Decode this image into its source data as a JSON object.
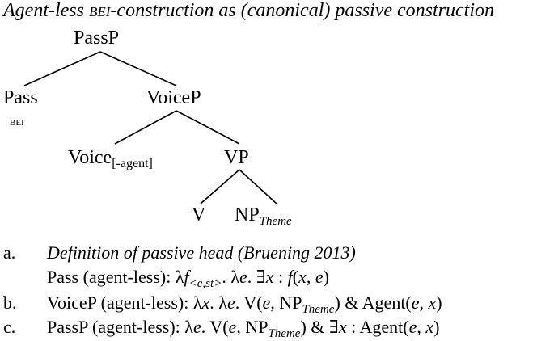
{
  "title": {
    "pre": "Agent-less ",
    "sc": "bei",
    "post": "-construction as (canonical) passive construction"
  },
  "tree": {
    "root": "PassP",
    "pass": "Pass",
    "pass_sub": "bei",
    "voicep": "VoiceP",
    "voice": "Voice",
    "voice_sub": "[-agent]",
    "vp": "VP",
    "v": "V",
    "np": "NP",
    "np_sub": "Theme"
  },
  "items": {
    "a": {
      "marker": "a.",
      "line1": "Definition of passive head (Bruening 2013)",
      "line2a": "Pass (agent-less): λ",
      "line2_f": "f",
      "line2_sub": "<e,st>",
      "line2b": ". λ",
      "line2_e": "e",
      "line2c": ". ∃",
      "line2_x": "x",
      "line2d": " : ",
      "line2_fx": "f",
      "line2e": "(",
      "line2_xx": "x",
      "line2f": ", ",
      "line2_ee": "e",
      "line2g": ")"
    },
    "b": {
      "marker": "b.",
      "p1": "VoiceP (agent-less): λ",
      "x1": "x",
      "p2": ". λ",
      "e1": "e",
      "p3": ". V(",
      "e2": "e",
      "p4": ", NP",
      "theme": "Theme",
      "p5": ") & Agent(",
      "e3": "e",
      "p6": ", ",
      "x2": "x",
      "p7": ")"
    },
    "c": {
      "marker": "c.",
      "p1": "PassP (agent-less): λ",
      "e1": "e",
      "p2": ". V(",
      "e2": "e",
      "p3": ", NP",
      "theme": "Theme",
      "p4": ") & ∃",
      "x1": "x",
      "p5": " : Agent(",
      "e3": "e",
      "p6": ", ",
      "x2": "x",
      "p7": ")"
    }
  }
}
